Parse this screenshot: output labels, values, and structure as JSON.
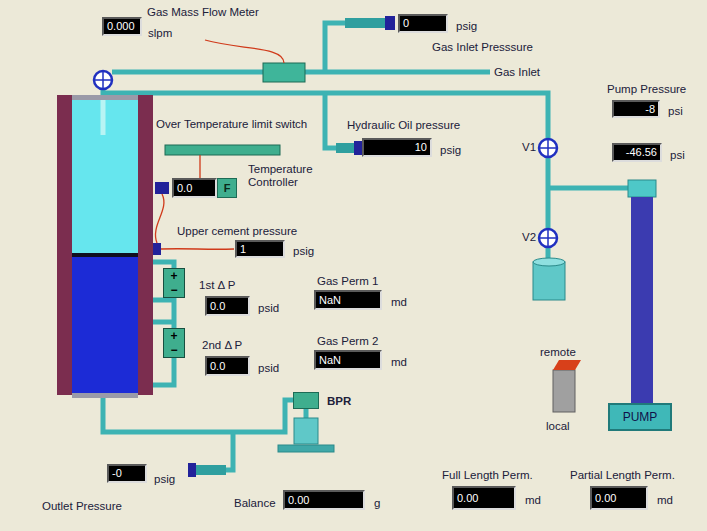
{
  "diagram": {
    "nodes": [
      {
        "text": [
          "Gas Mass Flow Meter",
          "0.000",
          "slpm"
        ]
      },
      {
        "text": [
          "0",
          "psig",
          "Gas Inlet Presssure"
        ]
      },
      {
        "text": [
          "Pump Pressure",
          "-8",
          "psi"
        ]
      },
      {
        "text": [
          "-46.56",
          "psi"
        ]
      },
      {
        "text": [
          "Hydraulic Oil pressure",
          "10",
          "psig"
        ]
      },
      {
        "text": [
          "0.0"
        ]
      },
      {
        "text": [
          "F"
        ]
      },
      {
        "text": [
          "Upper cement pressure",
          "1",
          "psig"
        ]
      },
      {
        "text": [
          "+",
          "−"
        ]
      },
      {
        "text": [
          "1st Δ P",
          "0.0",
          "psid"
        ]
      },
      {
        "text": [
          "Gas Perm 1",
          "NaN",
          "md"
        ]
      },
      {
        "text": [
          "+",
          "−"
        ]
      },
      {
        "text": [
          "2nd Δ P",
          "0.0",
          "psid"
        ]
      },
      {
        "text": [
          "Gas Perm 2",
          "NaN",
          "md"
        ]
      },
      {
        "text": [
          "PUMP"
        ]
      },
      {
        "text": [
          "BPR"
        ]
      },
      {
        "text": [
          "-0",
          "psig",
          "Outlet Pressure"
        ]
      },
      {
        "text": [
          "Balance",
          "0.00",
          "g"
        ]
      },
      {
        "text": [
          "Full Length Perm.",
          "0.00",
          "md"
        ]
      },
      {
        "text": [
          "Partial Length Perm.",
          "0.00",
          "md"
        ]
      }
    ],
    "labels": [
      "Gas Inlet",
      "Over Temperature limit switch",
      "Temperature Controller",
      "V1",
      "V2",
      "remote",
      "local"
    ]
  }
}
